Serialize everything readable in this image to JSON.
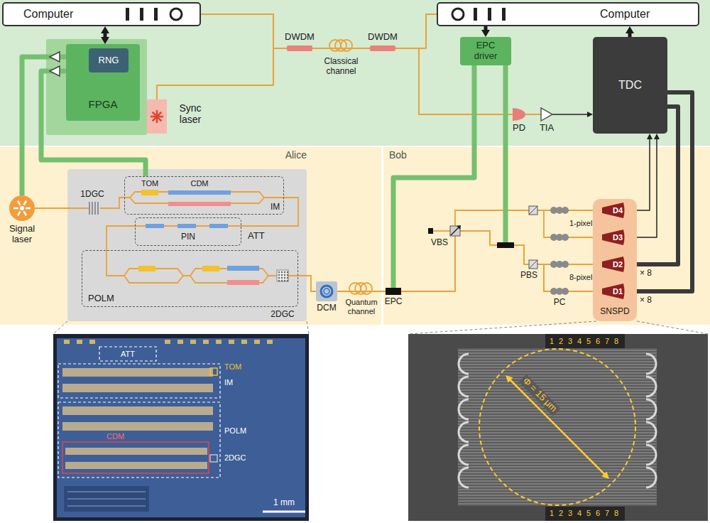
{
  "diagram": {
    "nodes": [
      {
        "text": [
          "Computer"
        ]
      },
      {
        "text": [
          "Computer"
        ]
      },
      {
        "text": [
          "FPGA"
        ]
      },
      {
        "text": [
          "RNG"
        ],
        "in": 2
      },
      {
        "text": [
          "Sync laser"
        ]
      },
      {
        "text": [
          "DWDM"
        ]
      },
      {
        "text": [
          "DWDM"
        ]
      },
      {
        "text": [
          "EPC driver"
        ]
      },
      {
        "text": [
          "TDC"
        ]
      },
      {
        "text": [
          "PD"
        ]
      },
      {
        "text": [
          "TIA"
        ]
      },
      {
        "text": [
          "Signal laser"
        ]
      },
      {
        "text": [
          "IM"
        ]
      },
      {
        "text": [
          "TOM"
        ],
        "in": 12
      },
      {
        "text": [
          "CDM"
        ],
        "in": 12
      },
      {
        "text": [
          "PIN",
          "ATT"
        ]
      },
      {
        "text": [
          "POLM"
        ]
      },
      {
        "text": [
          "DCM"
        ]
      },
      {
        "text": [
          "EPC"
        ]
      },
      {
        "text": [
          "VBS"
        ]
      },
      {
        "text": [
          "PBS"
        ]
      },
      {
        "text": [
          "SNSPD"
        ]
      },
      {
        "text": [
          "D4"
        ],
        "in": 21
      },
      {
        "text": [
          "D3"
        ],
        "in": 21
      },
      {
        "text": [
          "D2"
        ],
        "in": 21
      },
      {
        "text": [
          "D1"
        ],
        "in": 21
      }
    ],
    "edges": [
      {
        "from": 0,
        "to": 2,
        "arrow": "both"
      },
      {
        "from": 0,
        "to": 5,
        "arrow": "none"
      },
      {
        "from": 4,
        "to": 5,
        "arrow": "none"
      },
      {
        "from": 5,
        "to": 6,
        "arrow": "none",
        "label": "Classical channel"
      },
      {
        "from": 6,
        "to": 1,
        "arrow": "none"
      },
      {
        "from": 6,
        "to": 9,
        "arrow": "none"
      },
      {
        "from": 9,
        "to": 10,
        "arrow": "none"
      },
      {
        "from": 10,
        "to": 8,
        "arrow": "to"
      },
      {
        "from": 1,
        "to": 7,
        "arrow": "to"
      },
      {
        "from": 8,
        "to": 1,
        "arrow": "to"
      },
      {
        "from": 2,
        "to": 11,
        "arrow": "none"
      },
      {
        "from": 2,
        "to": 12,
        "arrow": "none"
      },
      {
        "from": 7,
        "to": 18,
        "arrow": "none"
      },
      {
        "from": 17,
        "to": 18,
        "arrow": "none",
        "label": "Quantum channel"
      },
      {
        "from": 18,
        "to": 19,
        "arrow": "none"
      },
      {
        "from": 19,
        "to": 20,
        "arrow": "none"
      },
      {
        "from": 20,
        "to": 24,
        "arrow": "none"
      },
      {
        "from": 20,
        "to": 25,
        "arrow": "none"
      },
      {
        "from": 22,
        "to": 8,
        "arrow": "to"
      },
      {
        "from": 23,
        "to": 8,
        "arrow": "to"
      },
      {
        "from": 24,
        "to": 8,
        "arrow": "none"
      },
      {
        "from": 25,
        "to": 8,
        "arrow": "none"
      }
    ],
    "labels": [
      "Alice",
      "Bob",
      "1DGC",
      "2DGC",
      "PC",
      "1-pixel",
      "8-pixel",
      "× 8",
      "× 8",
      "ATT",
      "TOM",
      "IM",
      "POLM",
      "CDM",
      "2DGC",
      "1 mm",
      "Φ = 15 μm",
      "1",
      "2",
      "3",
      "4",
      "5",
      "6",
      "7",
      "8",
      "1",
      "2",
      "3",
      "4",
      "5",
      "6",
      "7",
      "8"
    ]
  }
}
